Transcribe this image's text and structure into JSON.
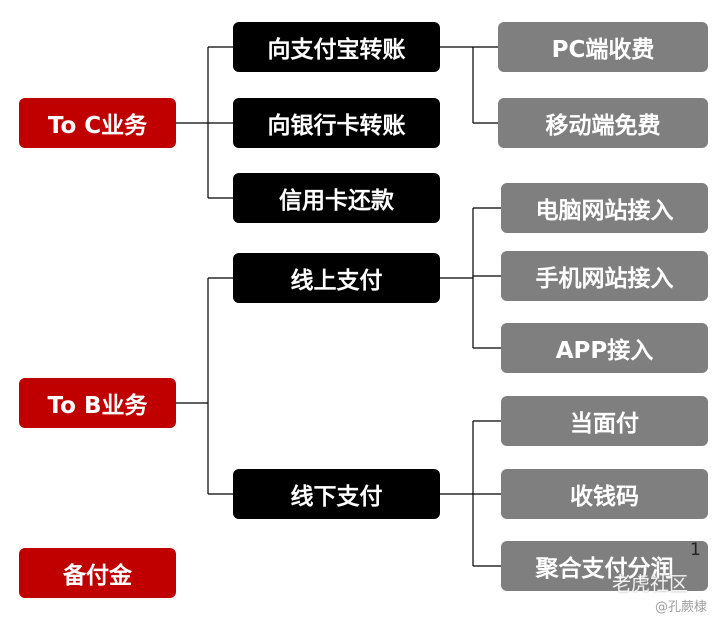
{
  "categories": {
    "to_c": "To C业务",
    "to_b": "To B业务",
    "reserve": "备付金"
  },
  "to_c_items": {
    "alipay_transfer": "向支付宝转账",
    "bank_transfer": "向银行卡转账",
    "credit_repay": "信用卡还款"
  },
  "alipay_fees": {
    "pc": "PC端收费",
    "mobile": "移动端免费"
  },
  "to_b_items": {
    "online": "线上支付",
    "offline": "线下支付"
  },
  "online_methods": {
    "pc_site": "电脑网站接入",
    "mobile_site": "手机网站接入",
    "app": "APP接入"
  },
  "offline_methods": {
    "face_pay": "当面付",
    "cashier_code": "收钱码",
    "split": "聚合支付分润"
  },
  "page_number": "1",
  "watermark": {
    "site": "老虎社区",
    "author": "@孔蕨棣"
  },
  "colors": {
    "category": "#c00000",
    "level2": "#000000",
    "level3": "#7f7f7f",
    "connector": "#000000"
  }
}
